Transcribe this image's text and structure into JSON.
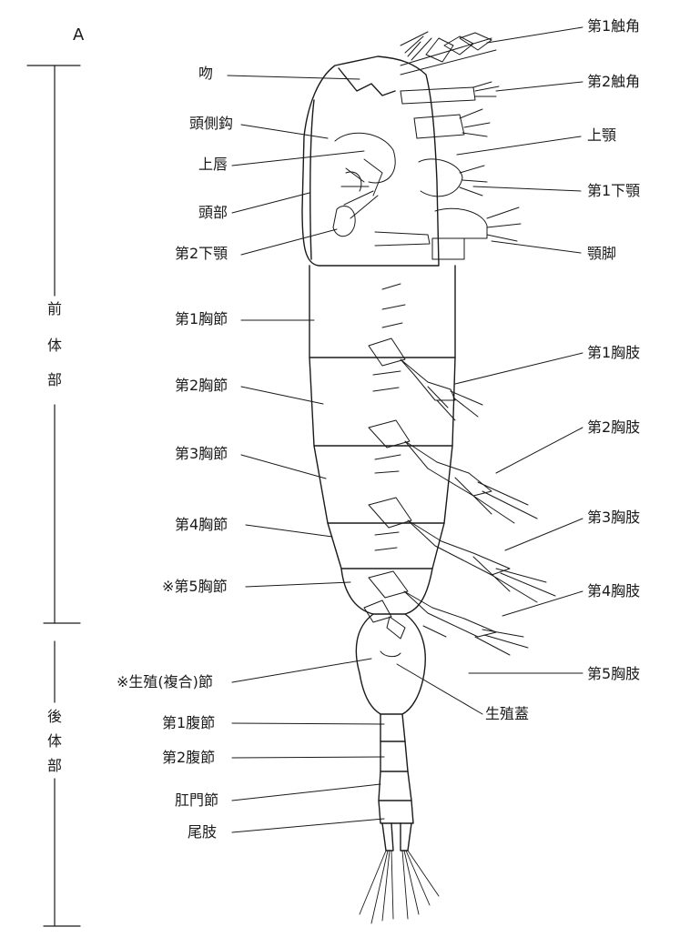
{
  "panel_letter": "A",
  "regions": {
    "anterior": [
      "前",
      "体",
      "部"
    ],
    "posterior": [
      "後",
      "体",
      "部"
    ]
  },
  "labels_left": {
    "rostrum": "吻",
    "cephalic_hook": "頭側鈎",
    "labrum": "上唇",
    "cephalosome": "頭部",
    "maxilla2": "第2下顎",
    "thoracic1": "第1胸節",
    "thoracic2": "第2胸節",
    "thoracic3": "第3胸節",
    "thoracic4": "第4胸節",
    "thoracic5": "※第5胸節",
    "genital": "※生殖(複合)節",
    "abdominal1": "第1腹節",
    "abdominal2": "第2腹節",
    "anal": "肛門節",
    "caudal_ramus": "尾肢"
  },
  "labels_right": {
    "antenna1": "第1触角",
    "antenna2": "第2触角",
    "mandible": "上顎",
    "maxilla1": "第1下顎",
    "maxilliped": "顎脚",
    "leg1": "第1胸肢",
    "leg2": "第2胸肢",
    "leg3": "第3胸肢",
    "leg4": "第4胸肢",
    "leg5": "第5胸肢",
    "genital_operculum": "生殖蓋"
  },
  "colors": {
    "line": "#1a1a1a",
    "paper": "#ffffff"
  }
}
